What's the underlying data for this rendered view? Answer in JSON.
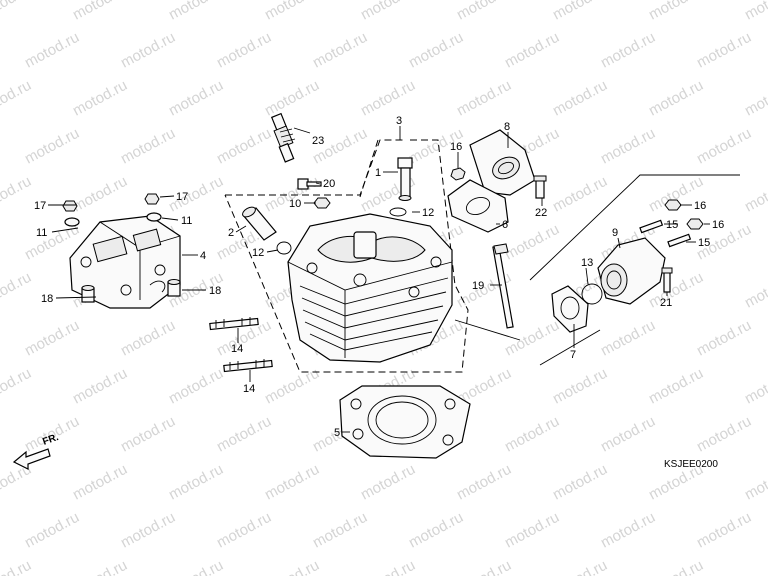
{
  "watermark": {
    "text": "motod.ru",
    "color": "#d4d4d4"
  },
  "direction_label": "FR.",
  "diagram_code": "KSJEE0200",
  "callouts": {
    "c1": "1",
    "c2": "2",
    "c3": "3",
    "c4": "4",
    "c5": "5",
    "c6": "6",
    "c7": "7",
    "c8": "8",
    "c9": "9",
    "c10": "10",
    "c11a": "11",
    "c11b": "11",
    "c12a": "12",
    "c12b": "12",
    "c13": "13",
    "c14a": "14",
    "c14b": "14",
    "c15a": "15",
    "c15b": "15",
    "c16a": "16",
    "c16b": "16",
    "c16c": "16",
    "c17a": "17",
    "c17b": "17",
    "c18a": "18",
    "c18b": "18",
    "c19": "19",
    "c20": "20",
    "c21": "21",
    "c22": "22",
    "c23": "23"
  }
}
